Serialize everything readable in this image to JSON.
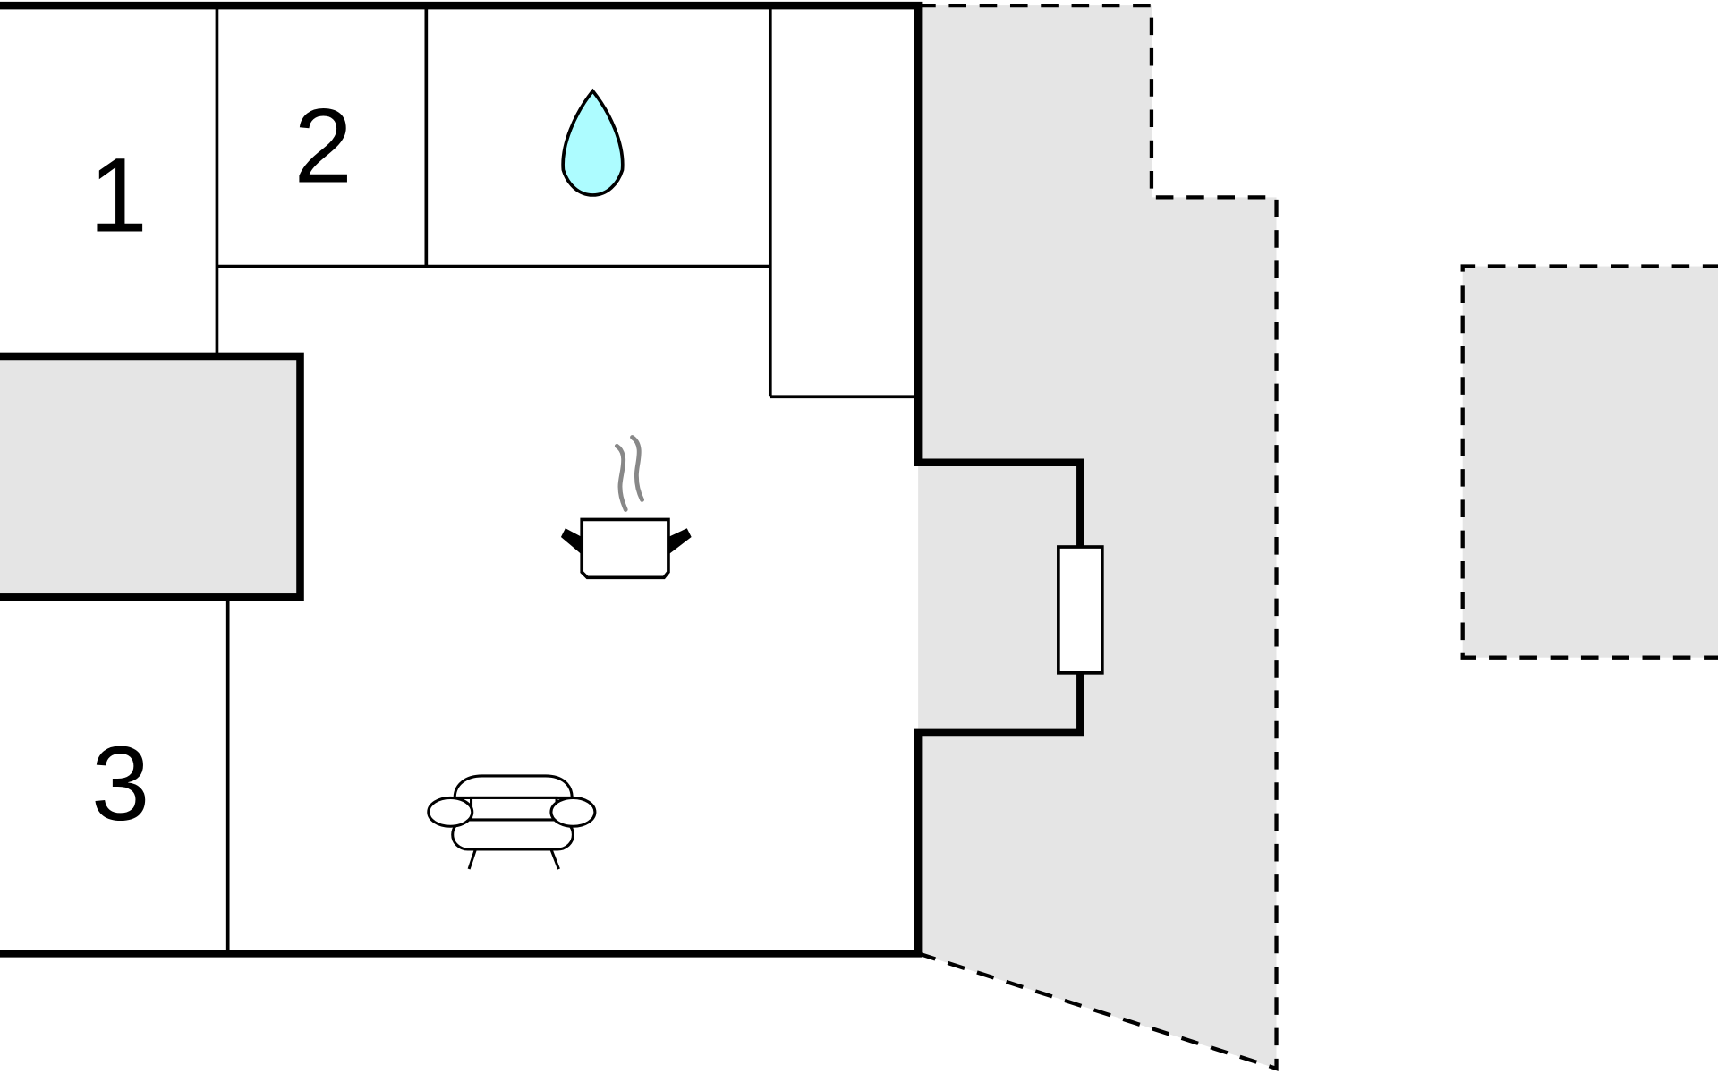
{
  "floorplan": {
    "rooms": [
      {
        "label": "1"
      },
      {
        "label": "2"
      },
      {
        "label": "3"
      }
    ],
    "icons": {
      "bathroom": "water-drop-icon",
      "kitchen": "cooking-pot-icon",
      "living": "sofa-icon"
    },
    "colors": {
      "wall": "#000000",
      "outdoor_area": "#e5e5e5",
      "water_drop": "#adfcff",
      "steam": "#888888"
    }
  }
}
